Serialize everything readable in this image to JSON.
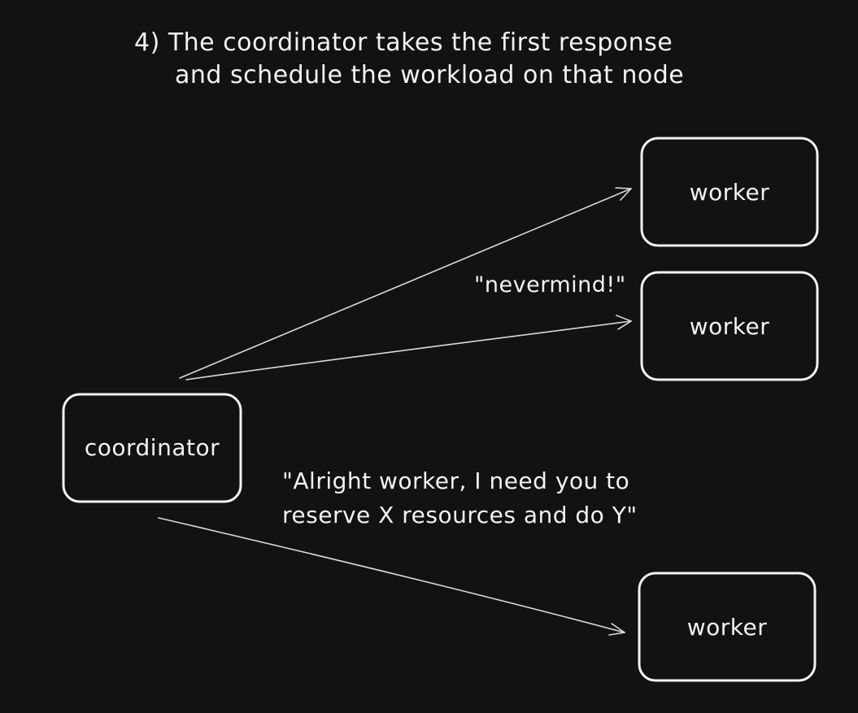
{
  "diagram": {
    "title_lines": [
      "4) The coordinator takes the first response",
      "and schedule the workload on that node"
    ],
    "nodes": {
      "coordinator": {
        "label": "coordinator"
      },
      "worker_top": {
        "label": "worker"
      },
      "worker_middle": {
        "label": "worker"
      },
      "worker_bottom": {
        "label": "worker"
      }
    },
    "edges": [
      {
        "from": "coordinator",
        "to": "worker_top"
      },
      {
        "from": "coordinator",
        "to": "worker_middle"
      },
      {
        "from": "coordinator",
        "to": "worker_bottom"
      }
    ],
    "annotations": {
      "nevermind": "\"nevermind!\"",
      "request_lines": [
        "\"Alright worker, I need you to",
        "reserve X resources and do Y\""
      ]
    },
    "colors": {
      "background": "#121212",
      "foreground": "#f2f2f2",
      "arrow": "#d9d9d9"
    }
  }
}
